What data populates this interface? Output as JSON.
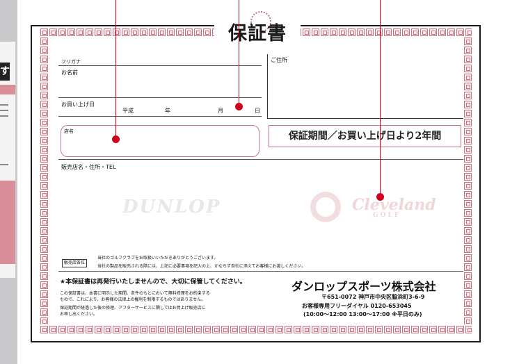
{
  "side_page": {
    "glyph": "す"
  },
  "certificate": {
    "title": "保証書",
    "furigana_label": "フリガナ",
    "name_label": "お名前",
    "address_label": "ご住所",
    "purchase_date_label": "お買い上げ日",
    "era": "平成",
    "year_unit": "年",
    "month_unit": "月",
    "day_unit": "日",
    "seal_label": "店名",
    "period_text": "保証期間／お買い上げ日より2年間",
    "shop_label": "販売店名・住所・TEL",
    "brand_left": "DUNLOP",
    "brand_right": "Cleveland",
    "brand_right_sub": "GOLF",
    "stamp_label": "販売店各位",
    "stamp_note_1": "当社のゴルフクラブをお取扱いいただきありがとうございます。",
    "stamp_note_2": "当社の製品を販売される際には、上記に必要事項を記入の上、かならず自社に添えてお客様にお渡しください。",
    "notice_heading": "★本保証書は再発行いたしませんので、大切に保管してください。",
    "notice_1": "この保証書は、本書に明示した期間、条件のもとにおいて無料修理をお約束する",
    "notice_2": "もので、これにより、お客様の法律上の権利を制限するものではありません。",
    "notice_3": "保証期間が経過した後の修理、アフターサービスに関してはお買上げ販売店に",
    "notice_4": "お申し出ください。",
    "company_name": "ダンロップスポーツ株式会社",
    "company_address": "〒651-0072 神戸市中央区脇浜町3-6-9",
    "company_freedial": "お客様専用フリーダイヤル 0120-653045",
    "company_hours": "(10:00～12:00 13:00～17:00 ※平日のみ)"
  },
  "colors": {
    "border_pink": "#c97485",
    "callout_red": "#d0021b"
  }
}
